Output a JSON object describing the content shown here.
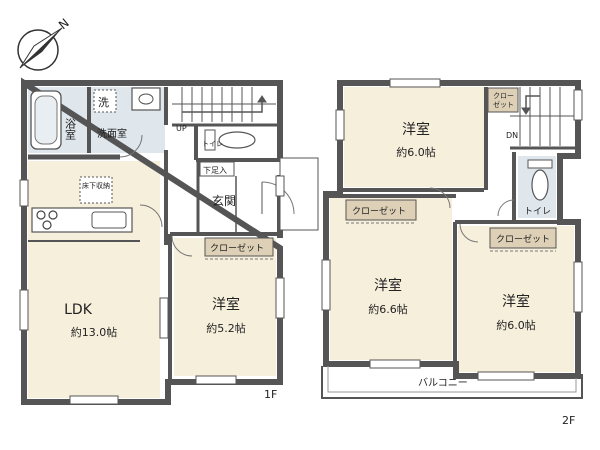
{
  "compass": {
    "label": "N"
  },
  "floor1": {
    "label": "1F",
    "rooms": {
      "bath": "浴室",
      "washer": "洗",
      "washroom": "洗面室",
      "toilet": "トイレ",
      "up": "UP",
      "shoe_box": "下足入",
      "entrance": "玄関",
      "underfloor_storage": "床下収納",
      "ldk_name": "LDK",
      "ldk_size": "約13.0帖",
      "western_name": "洋室",
      "western_size": "約5.2帖",
      "closet": "クローゼット"
    }
  },
  "floor2": {
    "label": "2F",
    "rooms": {
      "western_a_name": "洋室",
      "western_a_size": "約6.0帖",
      "closet_small": "クロー\nゼット",
      "dn": "DN",
      "toilet": "トイレ",
      "closet_b": "クローゼット",
      "western_b_name": "洋室",
      "western_b_size": "約6.6帖",
      "closet_c": "クローゼット",
      "western_c_name": "洋室",
      "western_c_size": "約6.0帖",
      "balcony": "バルコニー"
    }
  },
  "colors": {
    "wall": "#555555",
    "floor_wood": "#f6efdc",
    "floor_tile": "#dfe7ec",
    "closet_fill": "#ddd0b6",
    "text": "#222222"
  }
}
